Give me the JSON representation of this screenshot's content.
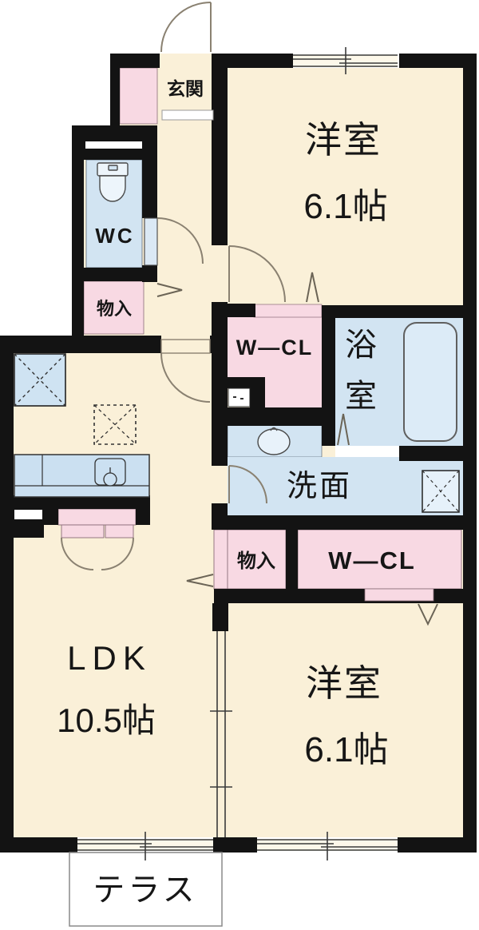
{
  "plan": {
    "genkan": {
      "label": "玄関"
    },
    "bedroom1": {
      "label": "洋室",
      "size": "6.1帖"
    },
    "wc": {
      "label": "WC"
    },
    "storage_upper": {
      "label": "物入"
    },
    "wcl_middle": {
      "label": "W—CL"
    },
    "bathroom": {
      "label": "浴室",
      "chars": [
        "浴",
        "室"
      ]
    },
    "washroom": {
      "label": "洗面"
    },
    "storage_lower": {
      "label": "物入"
    },
    "wcl_lower": {
      "label": "W—CL"
    },
    "ldk": {
      "label": "LDK",
      "size": "10.5帖"
    },
    "bedroom2": {
      "label": "洋室",
      "size": "6.1帖"
    },
    "terrace": {
      "label": "テラス"
    }
  },
  "colors": {
    "floor": "#FAF0D8",
    "wet_area": "#D2E4F2",
    "closet": "#F8D9E3",
    "wall": "#131313",
    "door_line": "#8A8171"
  }
}
